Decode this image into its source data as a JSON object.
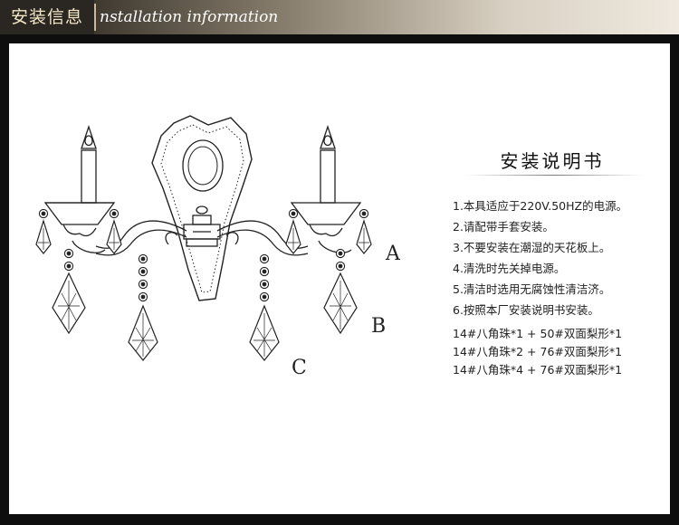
{
  "header": {
    "title_zh": "安装信息",
    "title_en": "nstallation information"
  },
  "diagram": {
    "callouts": [
      "A",
      "B",
      "C"
    ]
  },
  "manual": {
    "title": "安装说明书",
    "instructions": [
      "1.本具适应于220V.50HZ的电源。",
      "2.请配带手套安装。",
      "3.不要安装在潮湿的天花板上。",
      "4.清洗时先关掉电源。",
      "5.清洁时选用无腐蚀性清洁济。",
      "6.按照本厂安装说明书安装。"
    ],
    "specs": [
      "14#八角珠*1 + 50#双面梨形*1",
      "14#八角珠*2 + 76#双面梨形*1",
      "14#八角珠*4 + 76#双面梨形*1"
    ]
  },
  "colors": {
    "header_text": "#f4e7c8",
    "background": "#0e0e0e",
    "panel": "#ffffff"
  }
}
